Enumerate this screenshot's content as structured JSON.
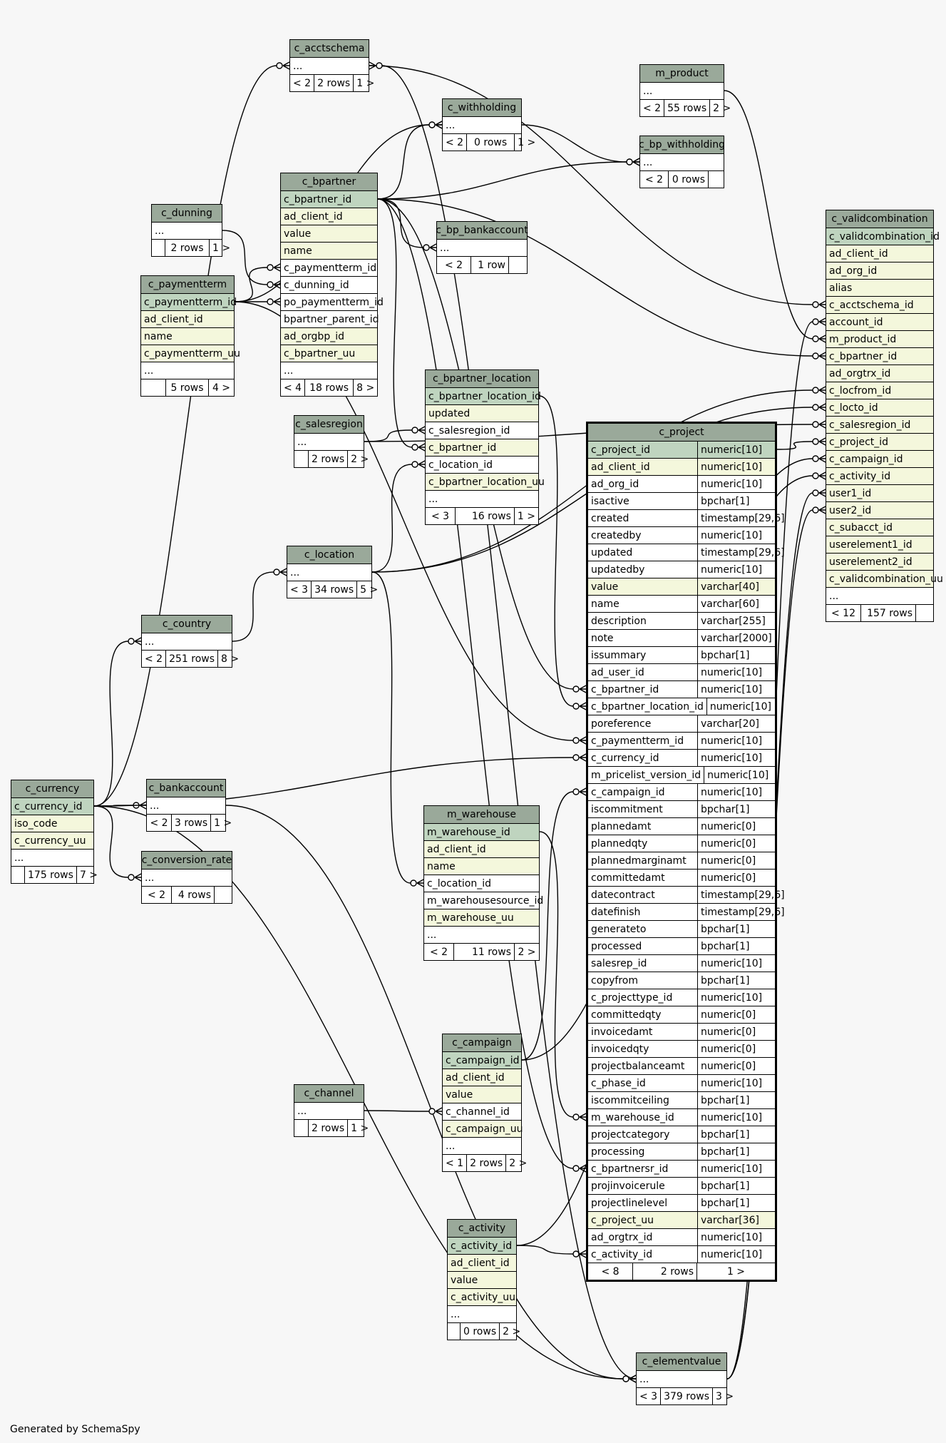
{
  "footer": "Generated by SchemaSpy",
  "colors": {
    "header": "#9aa99a",
    "primary_key": "#bfd4bf",
    "alternate_key": "#f4f7dc",
    "background": "#f7f7f7"
  },
  "tables": {
    "c_acctschema": {
      "name": "c_acctschema",
      "columns": [
        {
          "name": "...",
          "kind": "plain"
        }
      ],
      "footer": [
        "< 2",
        "2 rows",
        "1 >"
      ]
    },
    "m_product": {
      "name": "m_product",
      "columns": [
        {
          "name": "...",
          "kind": "plain"
        }
      ],
      "footer": [
        "< 2",
        "55 rows",
        "2 >"
      ]
    },
    "c_withholding": {
      "name": "c_withholding",
      "columns": [
        {
          "name": "...",
          "kind": "plain"
        }
      ],
      "footer": [
        "< 2",
        "0 rows",
        "1 >"
      ]
    },
    "c_bp_withholding": {
      "name": "c_bp_withholding",
      "columns": [
        {
          "name": "...",
          "kind": "plain"
        }
      ],
      "footer": [
        "< 2",
        "0 rows",
        ""
      ]
    },
    "c_bpartner": {
      "name": "c_bpartner",
      "columns": [
        {
          "name": "c_bpartner_id",
          "kind": "pk"
        },
        {
          "name": "ad_client_id",
          "kind": "ak"
        },
        {
          "name": "value",
          "kind": "ak"
        },
        {
          "name": "name",
          "kind": "ak"
        },
        {
          "name": "c_paymentterm_id",
          "kind": "plain"
        },
        {
          "name": "c_dunning_id",
          "kind": "plain"
        },
        {
          "name": "po_paymentterm_id",
          "kind": "plain"
        },
        {
          "name": "bpartner_parent_id",
          "kind": "plain"
        },
        {
          "name": "ad_orgbp_id",
          "kind": "ak"
        },
        {
          "name": "c_bpartner_uu",
          "kind": "ak"
        },
        {
          "name": "...",
          "kind": "plain"
        }
      ],
      "footer": [
        "< 4",
        "18 rows",
        "8 >"
      ]
    },
    "c_dunning": {
      "name": "c_dunning",
      "columns": [
        {
          "name": "...",
          "kind": "plain"
        }
      ],
      "footer": [
        "",
        "2 rows",
        "1 >"
      ]
    },
    "c_bp_bankaccount": {
      "name": "c_bp_bankaccount",
      "columns": [
        {
          "name": "...",
          "kind": "plain"
        }
      ],
      "footer": [
        "< 2",
        "1 row",
        ""
      ]
    },
    "c_paymentterm": {
      "name": "c_paymentterm",
      "columns": [
        {
          "name": "c_paymentterm_id",
          "kind": "pk"
        },
        {
          "name": "ad_client_id",
          "kind": "ak"
        },
        {
          "name": "name",
          "kind": "ak"
        },
        {
          "name": "c_paymentterm_uu",
          "kind": "ak"
        },
        {
          "name": "...",
          "kind": "plain"
        }
      ],
      "footer": [
        "",
        "5 rows",
        "4 >"
      ]
    },
    "c_validcombination": {
      "name": "c_validcombination",
      "columns": [
        {
          "name": "c_validcombination_id",
          "kind": "pk"
        },
        {
          "name": "ad_client_id",
          "kind": "ak"
        },
        {
          "name": "ad_org_id",
          "kind": "ak"
        },
        {
          "name": "alias",
          "kind": "ak"
        },
        {
          "name": "c_acctschema_id",
          "kind": "ak"
        },
        {
          "name": "account_id",
          "kind": "ak"
        },
        {
          "name": "m_product_id",
          "kind": "ak"
        },
        {
          "name": "c_bpartner_id",
          "kind": "ak"
        },
        {
          "name": "ad_orgtrx_id",
          "kind": "ak"
        },
        {
          "name": "c_locfrom_id",
          "kind": "ak"
        },
        {
          "name": "c_locto_id",
          "kind": "ak"
        },
        {
          "name": "c_salesregion_id",
          "kind": "ak"
        },
        {
          "name": "c_project_id",
          "kind": "ak"
        },
        {
          "name": "c_campaign_id",
          "kind": "ak"
        },
        {
          "name": "c_activity_id",
          "kind": "ak"
        },
        {
          "name": "user1_id",
          "kind": "ak"
        },
        {
          "name": "user2_id",
          "kind": "ak"
        },
        {
          "name": "c_subacct_id",
          "kind": "ak"
        },
        {
          "name": "userelement1_id",
          "kind": "ak"
        },
        {
          "name": "userelement2_id",
          "kind": "ak"
        },
        {
          "name": "c_validcombination_uu",
          "kind": "ak"
        },
        {
          "name": "...",
          "kind": "plain"
        }
      ],
      "footer": [
        "< 12",
        "157 rows",
        ""
      ]
    },
    "c_bpartner_location": {
      "name": "c_bpartner_location",
      "columns": [
        {
          "name": "c_bpartner_location_id",
          "kind": "pk"
        },
        {
          "name": "updated",
          "kind": "ak"
        },
        {
          "name": "c_salesregion_id",
          "kind": "plain"
        },
        {
          "name": "c_bpartner_id",
          "kind": "ak"
        },
        {
          "name": "c_location_id",
          "kind": "plain"
        },
        {
          "name": "c_bpartner_location_uu",
          "kind": "ak"
        },
        {
          "name": "...",
          "kind": "plain"
        }
      ],
      "footer": [
        "< 3",
        "16 rows",
        "1 >"
      ]
    },
    "c_salesregion": {
      "name": "c_salesregion",
      "columns": [
        {
          "name": "...",
          "kind": "plain"
        }
      ],
      "footer": [
        "",
        "2 rows",
        "2 >"
      ]
    },
    "c_project": {
      "name": "c_project",
      "columns": [
        {
          "name": "c_project_id",
          "type": "numeric[10]",
          "kind": "pk"
        },
        {
          "name": "ad_client_id",
          "type": "numeric[10]",
          "kind": "ak"
        },
        {
          "name": "ad_org_id",
          "type": "numeric[10]",
          "kind": "plain"
        },
        {
          "name": "isactive",
          "type": "bpchar[1]",
          "kind": "plain"
        },
        {
          "name": "created",
          "type": "timestamp[29,6]",
          "kind": "plain"
        },
        {
          "name": "createdby",
          "type": "numeric[10]",
          "kind": "plain"
        },
        {
          "name": "updated",
          "type": "timestamp[29,6]",
          "kind": "plain"
        },
        {
          "name": "updatedby",
          "type": "numeric[10]",
          "kind": "plain"
        },
        {
          "name": "value",
          "type": "varchar[40]",
          "kind": "ak"
        },
        {
          "name": "name",
          "type": "varchar[60]",
          "kind": "plain"
        },
        {
          "name": "description",
          "type": "varchar[255]",
          "kind": "plain"
        },
        {
          "name": "note",
          "type": "varchar[2000]",
          "kind": "plain"
        },
        {
          "name": "issummary",
          "type": "bpchar[1]",
          "kind": "plain"
        },
        {
          "name": "ad_user_id",
          "type": "numeric[10]",
          "kind": "plain"
        },
        {
          "name": "c_bpartner_id",
          "type": "numeric[10]",
          "kind": "plain"
        },
        {
          "name": "c_bpartner_location_id",
          "type": "numeric[10]",
          "kind": "plain"
        },
        {
          "name": "poreference",
          "type": "varchar[20]",
          "kind": "plain"
        },
        {
          "name": "c_paymentterm_id",
          "type": "numeric[10]",
          "kind": "plain"
        },
        {
          "name": "c_currency_id",
          "type": "numeric[10]",
          "kind": "plain"
        },
        {
          "name": "m_pricelist_version_id",
          "type": "numeric[10]",
          "kind": "plain"
        },
        {
          "name": "c_campaign_id",
          "type": "numeric[10]",
          "kind": "plain"
        },
        {
          "name": "iscommitment",
          "type": "bpchar[1]",
          "kind": "plain"
        },
        {
          "name": "plannedamt",
          "type": "numeric[0]",
          "kind": "plain"
        },
        {
          "name": "plannedqty",
          "type": "numeric[0]",
          "kind": "plain"
        },
        {
          "name": "plannedmarginamt",
          "type": "numeric[0]",
          "kind": "plain"
        },
        {
          "name": "committedamt",
          "type": "numeric[0]",
          "kind": "plain"
        },
        {
          "name": "datecontract",
          "type": "timestamp[29,6]",
          "kind": "plain"
        },
        {
          "name": "datefinish",
          "type": "timestamp[29,6]",
          "kind": "plain"
        },
        {
          "name": "generateto",
          "type": "bpchar[1]",
          "kind": "plain"
        },
        {
          "name": "processed",
          "type": "bpchar[1]",
          "kind": "plain"
        },
        {
          "name": "salesrep_id",
          "type": "numeric[10]",
          "kind": "plain"
        },
        {
          "name": "copyfrom",
          "type": "bpchar[1]",
          "kind": "plain"
        },
        {
          "name": "c_projecttype_id",
          "type": "numeric[10]",
          "kind": "plain"
        },
        {
          "name": "committedqty",
          "type": "numeric[0]",
          "kind": "plain"
        },
        {
          "name": "invoicedamt",
          "type": "numeric[0]",
          "kind": "plain"
        },
        {
          "name": "invoicedqty",
          "type": "numeric[0]",
          "kind": "plain"
        },
        {
          "name": "projectbalanceamt",
          "type": "numeric[0]",
          "kind": "plain"
        },
        {
          "name": "c_phase_id",
          "type": "numeric[10]",
          "kind": "plain"
        },
        {
          "name": "iscommitceiling",
          "type": "bpchar[1]",
          "kind": "plain"
        },
        {
          "name": "m_warehouse_id",
          "type": "numeric[10]",
          "kind": "plain"
        },
        {
          "name": "projectcategory",
          "type": "bpchar[1]",
          "kind": "plain"
        },
        {
          "name": "processing",
          "type": "bpchar[1]",
          "kind": "plain"
        },
        {
          "name": "c_bpartnersr_id",
          "type": "numeric[10]",
          "kind": "plain"
        },
        {
          "name": "projinvoicerule",
          "type": "bpchar[1]",
          "kind": "plain"
        },
        {
          "name": "projectlinelevel",
          "type": "bpchar[1]",
          "kind": "plain"
        },
        {
          "name": "c_project_uu",
          "type": "varchar[36]",
          "kind": "ak"
        },
        {
          "name": "ad_orgtrx_id",
          "type": "numeric[10]",
          "kind": "plain"
        },
        {
          "name": "c_activity_id",
          "type": "numeric[10]",
          "kind": "plain"
        }
      ],
      "footer": [
        "< 8",
        "2 rows",
        "1 >"
      ]
    },
    "c_location": {
      "name": "c_location",
      "columns": [
        {
          "name": "...",
          "kind": "plain"
        }
      ],
      "footer": [
        "< 3",
        "34 rows",
        "5 >"
      ]
    },
    "c_country": {
      "name": "c_country",
      "columns": [
        {
          "name": "...",
          "kind": "plain"
        }
      ],
      "footer": [
        "< 2",
        "251 rows",
        "8 >"
      ]
    },
    "c_currency": {
      "name": "c_currency",
      "columns": [
        {
          "name": "c_currency_id",
          "kind": "pk"
        },
        {
          "name": "iso_code",
          "kind": "ak"
        },
        {
          "name": "c_currency_uu",
          "kind": "ak"
        },
        {
          "name": "...",
          "kind": "plain"
        }
      ],
      "footer": [
        "",
        "175 rows",
        "7 >"
      ]
    },
    "c_bankaccount": {
      "name": "c_bankaccount",
      "columns": [
        {
          "name": "...",
          "kind": "plain"
        }
      ],
      "footer": [
        "< 2",
        "3 rows",
        "1 >"
      ]
    },
    "c_conversion_rate": {
      "name": "c_conversion_rate",
      "columns": [
        {
          "name": "...",
          "kind": "plain"
        }
      ],
      "footer": [
        "< 2",
        "4 rows",
        ""
      ]
    },
    "m_warehouse": {
      "name": "m_warehouse",
      "columns": [
        {
          "name": "m_warehouse_id",
          "kind": "pk"
        },
        {
          "name": "ad_client_id",
          "kind": "ak"
        },
        {
          "name": "name",
          "kind": "ak"
        },
        {
          "name": "c_location_id",
          "kind": "plain"
        },
        {
          "name": "m_warehousesource_id",
          "kind": "plain"
        },
        {
          "name": "m_warehouse_uu",
          "kind": "ak"
        },
        {
          "name": "...",
          "kind": "plain"
        }
      ],
      "footer": [
        "< 2",
        "11 rows",
        "2 >"
      ]
    },
    "c_campaign": {
      "name": "c_campaign",
      "columns": [
        {
          "name": "c_campaign_id",
          "kind": "pk"
        },
        {
          "name": "ad_client_id",
          "kind": "ak"
        },
        {
          "name": "value",
          "kind": "ak"
        },
        {
          "name": "c_channel_id",
          "kind": "plain"
        },
        {
          "name": "c_campaign_uu",
          "kind": "ak"
        },
        {
          "name": "...",
          "kind": "plain"
        }
      ],
      "footer": [
        "< 1",
        "2 rows",
        "2 >"
      ]
    },
    "c_channel": {
      "name": "c_channel",
      "columns": [
        {
          "name": "...",
          "kind": "plain"
        }
      ],
      "footer": [
        "",
        "2 rows",
        "1 >"
      ]
    },
    "c_activity": {
      "name": "c_activity",
      "columns": [
        {
          "name": "c_activity_id",
          "kind": "pk"
        },
        {
          "name": "ad_client_id",
          "kind": "ak"
        },
        {
          "name": "value",
          "kind": "ak"
        },
        {
          "name": "c_activity_uu",
          "kind": "ak"
        },
        {
          "name": "...",
          "kind": "plain"
        }
      ],
      "footer": [
        "",
        "0 rows",
        "2 >"
      ]
    },
    "c_elementvalue": {
      "name": "c_elementvalue",
      "columns": [
        {
          "name": "...",
          "kind": "plain"
        }
      ],
      "footer": [
        "< 3",
        "379 rows",
        "3 >"
      ]
    }
  },
  "relationships": [
    {
      "from": "c_acctschema",
      "to": "c_validcombination.c_acctschema_id"
    },
    {
      "from": "c_elementvalue",
      "to": "c_acctschema"
    },
    {
      "from": "m_product",
      "to": "c_validcombination.m_product_id"
    },
    {
      "from": "c_withholding",
      "to": "c_bp_withholding"
    },
    {
      "from": "c_bpartner",
      "to": "c_bp_withholding"
    },
    {
      "from": "c_bpartner",
      "to": "c_withholding"
    },
    {
      "from": "c_bpartner",
      "to": "c_bp_bankaccount"
    },
    {
      "from": "c_bpartner",
      "to": "c_validcombination.c_bpartner_id"
    },
    {
      "from": "c_bpartner",
      "to": "c_bpartner_location.c_bpartner_id"
    },
    {
      "from": "c_bpartner",
      "to": "c_project.c_bpartner_id"
    },
    {
      "from": "c_bpartner",
      "to": "c_project.c_bpartnersr_id"
    },
    {
      "from": "c_paymentterm",
      "to": "c_withholding"
    },
    {
      "from": "c_paymentterm",
      "to": "c_bpartner.c_paymentterm_id"
    },
    {
      "from": "c_paymentterm",
      "to": "c_bpartner.po_paymentterm_id"
    },
    {
      "from": "c_paymentterm",
      "to": "c_project.c_paymentterm_id"
    },
    {
      "from": "c_dunning",
      "to": "c_bpartner.c_dunning_id"
    },
    {
      "from": "c_salesregion",
      "to": "c_bpartner_location.c_salesregion_id"
    },
    {
      "from": "c_salesregion",
      "to": "c_validcombination.c_salesregion_id"
    },
    {
      "from": "c_bpartner_location",
      "to": "c_project.c_bpartner_location_id"
    },
    {
      "from": "c_location",
      "to": "c_bpartner_location.c_location_id"
    },
    {
      "from": "c_location",
      "to": "c_validcombination.c_locfrom_id"
    },
    {
      "from": "c_location",
      "to": "c_validcombination.c_locto_id"
    },
    {
      "from": "c_location",
      "to": "m_warehouse.c_location_id"
    },
    {
      "from": "c_country",
      "to": "c_location"
    },
    {
      "from": "c_currency",
      "to": "c_country"
    },
    {
      "from": "c_currency",
      "to": "c_acctschema"
    },
    {
      "from": "c_currency",
      "to": "c_bankaccount"
    },
    {
      "from": "c_currency",
      "to": "c_conversion_rate"
    },
    {
      "from": "c_currency",
      "to": "c_project.c_currency_id"
    },
    {
      "from": "c_currency",
      "to": "c_elementvalue"
    },
    {
      "from": "c_bankaccount",
      "to": "c_elementvalue"
    },
    {
      "from": "c_project",
      "to": "c_validcombination.c_project_id"
    },
    {
      "from": "m_warehouse",
      "to": "c_project.m_warehouse_id"
    },
    {
      "from": "c_campaign",
      "to": "c_project.c_campaign_id"
    },
    {
      "from": "c_campaign",
      "to": "c_validcombination.c_campaign_id"
    },
    {
      "from": "c_channel",
      "to": "c_campaign.c_channel_id"
    },
    {
      "from": "c_activity",
      "to": "c_project.c_activity_id"
    },
    {
      "from": "c_activity",
      "to": "c_validcombination.c_activity_id"
    },
    {
      "from": "c_elementvalue",
      "to": "c_validcombination.account_id"
    },
    {
      "from": "c_elementvalue",
      "to": "c_validcombination.user1_id"
    },
    {
      "from": "c_elementvalue",
      "to": "c_validcombination.user2_id"
    }
  ]
}
